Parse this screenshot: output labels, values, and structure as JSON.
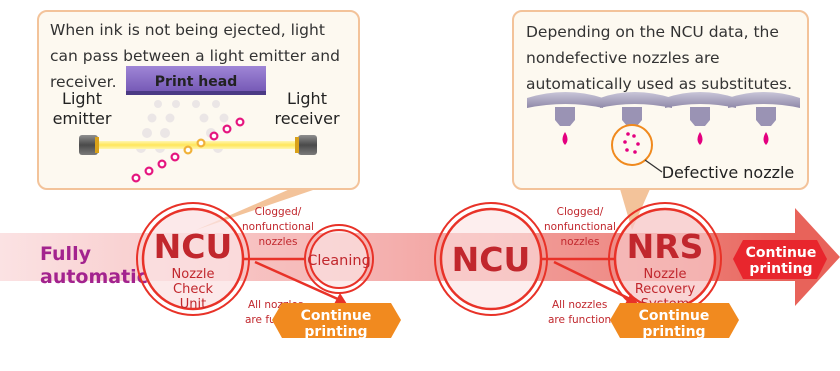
{
  "left_callout": {
    "text": "When ink is not being ejected, light can pass between a light emitter and receiver.",
    "print_head_label": "Print head",
    "emitter_label_1": "Light",
    "emitter_label_2": "emitter",
    "receiver_label_1": "Light",
    "receiver_label_2": "receiver"
  },
  "right_callout": {
    "text": "Depending on the NCU data, the nondefective nozzles are automatically used as substitutes.",
    "defective_label": "Defective nozzle"
  },
  "flow": {
    "fully_label_1": "Fully",
    "fully_label_2": "automatic",
    "ncu_1": {
      "title": "NCU",
      "sub_1": "Nozzle",
      "sub_2": "Check",
      "sub_3": "Unit"
    },
    "clogged_1": {
      "line_1": "Clogged/",
      "line_2": "nonfunctional",
      "line_3": "nozzles"
    },
    "cleaning_label": "Cleaning",
    "all_ok_1": {
      "line_1": "All nozzles",
      "line_2": "are functioned"
    },
    "continue_1": {
      "line_1": "Continue",
      "line_2": "printing"
    },
    "ncu_2": {
      "title": "NCU"
    },
    "clogged_2": {
      "line_1": "Clogged/",
      "line_2": "nonfunctional",
      "line_3": "nozzles"
    },
    "nrs": {
      "title": "NRS",
      "sub_1": "Nozzle",
      "sub_2": "Recovery",
      "sub_3": "System"
    },
    "all_ok_2": {
      "line_1": "All nozzles",
      "line_2": "are functioned"
    },
    "continue_2": {
      "line_1": "Continue",
      "line_2": "printing"
    },
    "continue_main": {
      "line_1": "Continue",
      "line_2": "printing"
    }
  },
  "colors": {
    "accent_red": "#e83228",
    "dark_red": "#c1272d",
    "orange": "#f18a1f",
    "callout_border": "#f3c39a",
    "print_head": "#8a6cc6",
    "ink_magenta": "#e4007f"
  }
}
